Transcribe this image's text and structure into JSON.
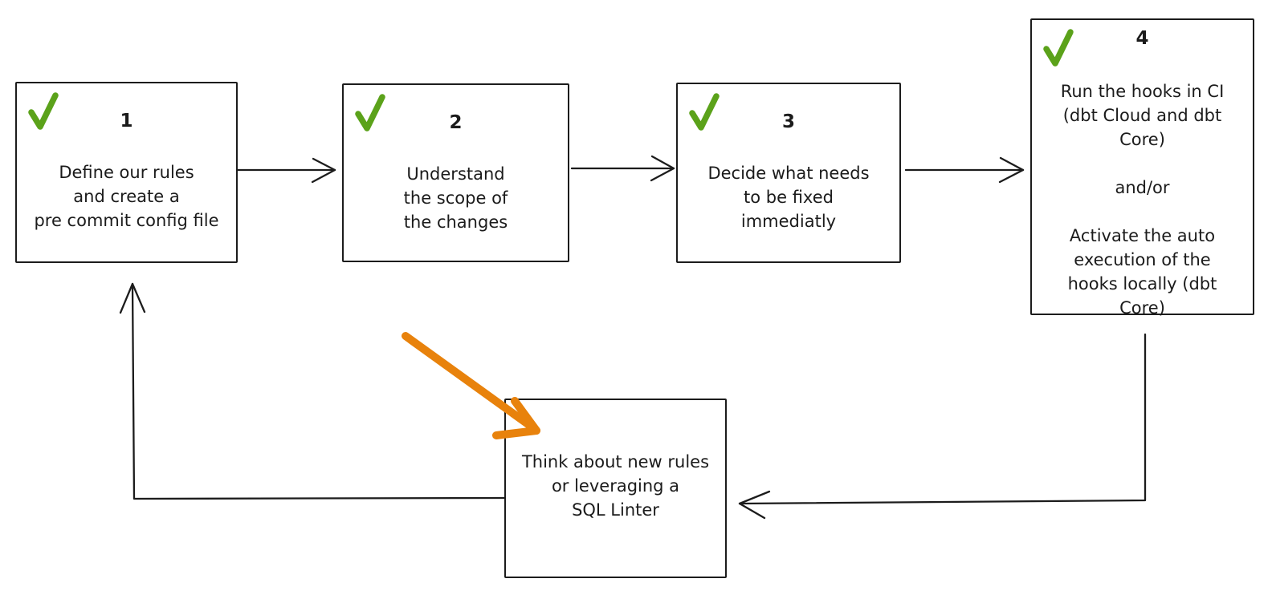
{
  "diagram": {
    "title": "pre-commit workflow flowchart",
    "colors": {
      "stroke": "#1c1c1c",
      "check_green": "#5ba21a",
      "arrow_orange": "#e8820c",
      "background": "#ffffff"
    },
    "icons": {
      "checkmark": "✓",
      "arrow_right": "→",
      "arrow_left": "←",
      "arrow_up": "↑"
    },
    "steps": [
      {
        "number": "1",
        "checked": true,
        "text": "Define our rules\nand create a\npre commit config file"
      },
      {
        "number": "2",
        "checked": true,
        "text": "Understand\nthe scope of\nthe changes"
      },
      {
        "number": "3",
        "checked": true,
        "text": "Decide what needs\nto be fixed\nimmediatly"
      },
      {
        "number": "4",
        "checked": true,
        "text": "Run the hooks in CI\n(dbt Cloud and dbt\nCore)\n\nand/or\n\nActivate the auto\nexecution of the\nhooks locally (dbt\nCore)"
      }
    ],
    "loop_box": {
      "text": "Think about new rules\nor leveraging a\nSQL Linter"
    }
  }
}
